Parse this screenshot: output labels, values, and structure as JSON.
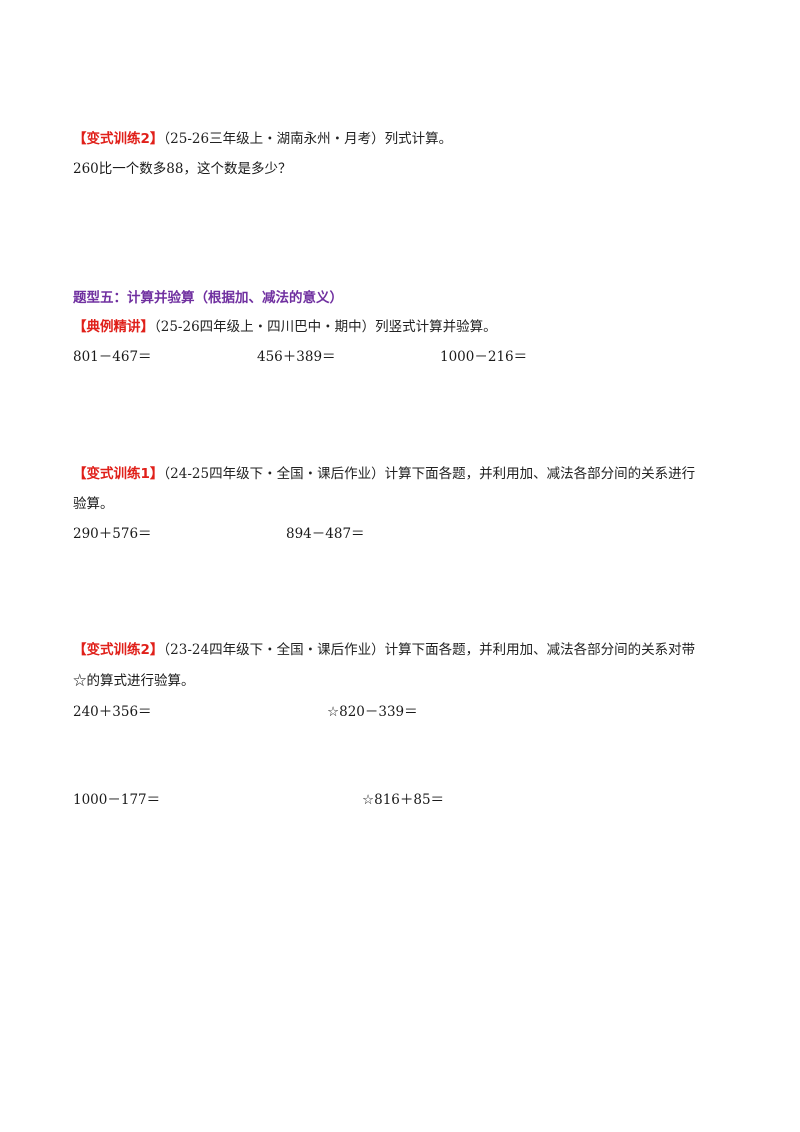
{
  "q1": {
    "tag": "【变式训练2】",
    "source": "（25-26三年级上・湖南永州・月考）列式计算。",
    "line2": "260比一个数多88，这个数是多少？"
  },
  "section5": {
    "heading": "题型五：计算并验算（根据加、减法的意义）"
  },
  "example": {
    "tag": "【典例精讲】",
    "source": "（25-26四年级上・四川巴中・期中）列竖式计算并验算。",
    "exprs": [
      "801－467＝",
      "456＋389＝",
      "1000－216＝"
    ]
  },
  "q2": {
    "tag": "【变式训练1】",
    "source": "（24-25四年级下・全国・课后作业）计算下面各题，并利用加、减法各部分间的关系进行",
    "line2": "验算。",
    "exprs": [
      "290＋576＝",
      "894－487＝"
    ]
  },
  "q3": {
    "tag": "【变式训练2】",
    "source": "（23-24四年级下・全国・课后作业）计算下面各题，并利用加、减法各部分间的关系对带",
    "line2": "☆的算式进行验算。",
    "exprs": [
      "240＋356＝",
      "☆820－339＝",
      "1000－177＝",
      "☆816＋85＝"
    ]
  }
}
